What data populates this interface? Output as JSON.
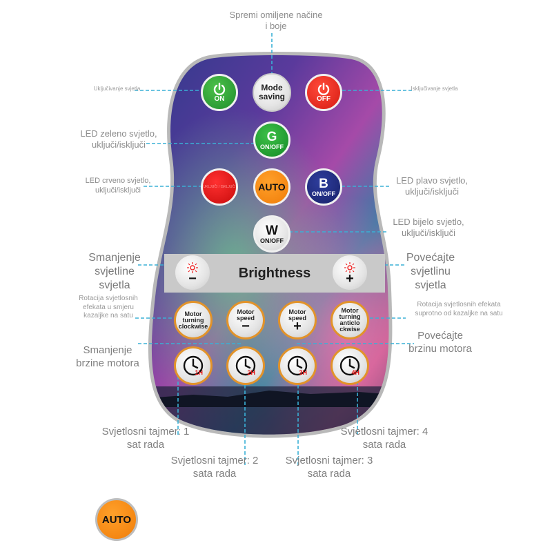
{
  "labels": {
    "mode_saving": "Spremi omiljene načine i boje",
    "on_light": "Uključivanje svjetla",
    "off_light": "Isključivanje svjetla",
    "green": "LED zeleno svjetlo, uključi/isključi",
    "red": "LED crveno svjetlo, uključi/isključi",
    "blue": "LED plavo svjetlo, uključi/isključi",
    "white": "LED bijelo svjetlo, uključi/isključi",
    "bright_down": "Smanjenje svjetline svjetla",
    "bright_up": "Povećajte svjetlinu svjetla",
    "rot_cw": "Rotacija svjetlosnih efekata u smjeru kazaljke na satu",
    "rot_ccw": "Rotacija svjetlosnih efekata suprotno od kazaljke na satu",
    "speed_down": "Smanjenje brzine motora",
    "speed_up": "Povećajte brzinu motora",
    "timer1": "Svjetlosni tajmer: 1 sat rada",
    "timer2": "Svjetlosni tajmer: 2 sata rada",
    "timer3": "Svjetlosni tajmer: 3 sata rada",
    "timer4": "Svjetlosni tajmer: 4 sata rada"
  },
  "buttons": {
    "on": "ON",
    "mode_l1": "Mode",
    "mode_l2": "saving",
    "off": "OFF",
    "g_main": "G",
    "g_sub": "ON/OFF",
    "r_text": "UKLJUČI / ISKLJUČI",
    "auto": "AUTO",
    "b_main": "B",
    "b_sub": "ON/OFF",
    "w_main": "W",
    "w_sub": "ON/OFF",
    "brightness": "Brightness",
    "minus": "−",
    "plus": "+",
    "motor_cw": [
      "Motor",
      "turning",
      "clockwise"
    ],
    "motor_ccw": [
      "Motor",
      "turning",
      "anticlo",
      "ckwise"
    ],
    "motor_speed": [
      "Motor",
      "speed"
    ],
    "timers": [
      "1H",
      "2H",
      "3H",
      "4H"
    ]
  },
  "footer": {
    "auto": "AUTO"
  },
  "colors": {
    "callout": "#3ab0d6",
    "accent_orange": "#f08a12",
    "green": "#1f9a30",
    "red": "#e01a12",
    "blue": "#1c2679"
  },
  "icons": [
    "power-icon",
    "sun-icon",
    "clock-icon"
  ]
}
